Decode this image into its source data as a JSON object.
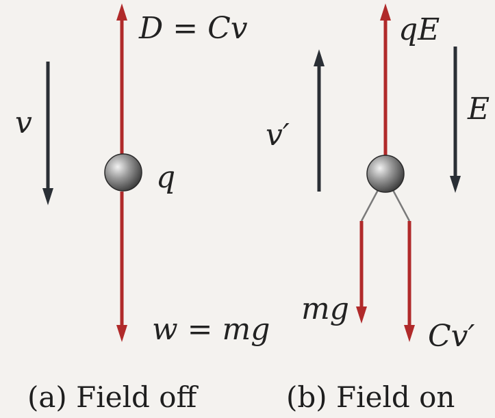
{
  "colors": {
    "force": "#b02a2a",
    "velocity": "#2a2f35",
    "ball": "#8a8a8a",
    "background": "#f4f2ef"
  },
  "panel_a": {
    "caption": "(a) Field off",
    "drag_label": "D = Cv",
    "velocity_label": "v",
    "charge_label": "q",
    "weight_label": "w = mg"
  },
  "panel_b": {
    "caption": "(b) Field on",
    "electric_force_label": "qE",
    "velocity_label": "v′",
    "field_label": "E",
    "weight_label": "mg",
    "drag_label": "Cv′"
  }
}
